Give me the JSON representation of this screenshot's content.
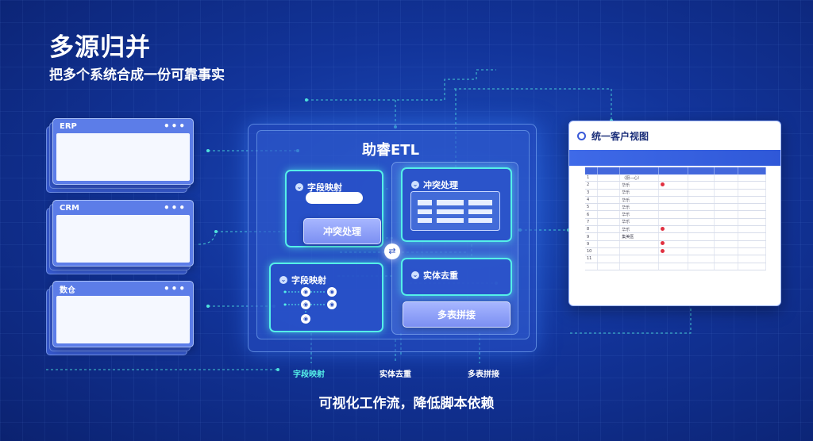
{
  "header": {
    "title": "多源归并",
    "subtitle": "把多个系统合成一份可靠事实"
  },
  "sources": [
    {
      "name": "ERP",
      "menu_icon": "more-dots-icon"
    },
    {
      "name": "CRM",
      "menu_icon": "more-dots-icon"
    },
    {
      "name": "数仓",
      "menu_icon": "more-dots-icon"
    }
  ],
  "etl": {
    "title": "助睿ETL",
    "mapping_card_title": "字段映射",
    "conflict_button": "冲突处理",
    "conflict_card_title": "冲突处理",
    "mapping_card2_title": "字段映射",
    "dedup_card_title": "实体去重",
    "join_button": "多表拼接",
    "hub_icon": "merge-hub-icon"
  },
  "unified_view": {
    "title": "统一客户视图",
    "rows": [
      [
        "1",
        "",
        "（厨—心）",
        "",
        "",
        "",
        ""
      ],
      [
        "2",
        "",
        "华乐",
        "●",
        "",
        "",
        ""
      ],
      [
        "3",
        "",
        "华乐",
        "",
        "",
        "",
        ""
      ],
      [
        "4",
        "",
        "华乐",
        "",
        "",
        "",
        ""
      ],
      [
        "5",
        "",
        "华乐",
        "",
        "",
        "",
        ""
      ],
      [
        "6",
        "",
        "华乐",
        "",
        "",
        "",
        ""
      ],
      [
        "7",
        "",
        "华乐",
        "",
        "",
        "",
        ""
      ],
      [
        "8",
        "",
        "华乐",
        "●",
        "",
        "",
        ""
      ],
      [
        "9",
        "",
        "集美医",
        "",
        "",
        "",
        ""
      ],
      [
        "9",
        "",
        "",
        "●",
        "",
        "",
        ""
      ],
      [
        "10",
        "",
        "",
        "●",
        "",
        "",
        ""
      ],
      [
        "11",
        "",
        "",
        "",
        "",
        "",
        ""
      ],
      [
        "",
        "",
        "",
        "",
        "",
        "",
        ""
      ]
    ]
  },
  "stage_labels": [
    "字段映射",
    "实体去重",
    "多表拼接"
  ],
  "footer": "可视化工作流，降低脚本依赖",
  "colors": {
    "accent_cyan": "#55f0e8",
    "button_purple": "#8f9ff5",
    "marker_red": "#e03040",
    "background": "#12349a"
  }
}
